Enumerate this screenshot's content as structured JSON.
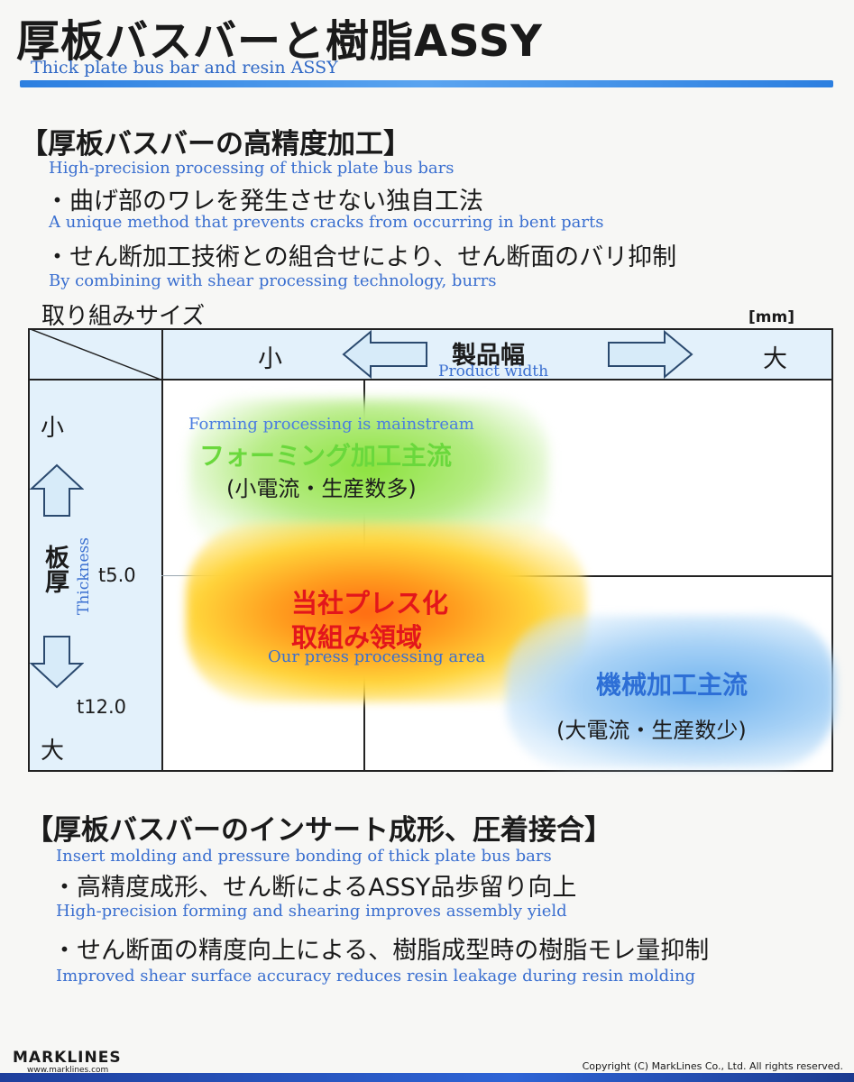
{
  "title": {
    "jp": "厚板バスバーと樹脂ASSY",
    "en": "Thick plate bus bar and resin ASSY"
  },
  "section1": {
    "heading": "【厚板バスバーの高精度加工】",
    "heading_en": "High-precision processing of thick plate bus bars",
    "bullets": [
      {
        "jp": "・曲げ部のワレを発生させない独自工法",
        "en": "A unique method that prevents cracks from occurring in bent parts"
      },
      {
        "jp": "・せん断加工技術との組合せにより、せん断面のバリ抑制",
        "en": "By combining with shear processing technology, burrs"
      }
    ],
    "size_label": "取り組みサイズ",
    "unit": "[mm]"
  },
  "diagram": {
    "header": {
      "small": "小",
      "title": "製品幅",
      "title_en": "Product width",
      "large": "大"
    },
    "side": {
      "small": "小",
      "title": "板厚",
      "title_en": "Thickness",
      "t1": "t5.0",
      "t2": "t12.0",
      "large": "大"
    },
    "forming": {
      "en": "Forming processing is mainstream",
      "title": "フォーミング加工主流",
      "sub": "(小電流・生産数多)"
    },
    "press": {
      "line1": "当社プレス化",
      "line2": "取組み領域",
      "en": "Our press processing area"
    },
    "machining": {
      "title": "機械加工主流",
      "sub": "(大電流・生産数少)"
    },
    "colors": {
      "forming": "#6ad83c",
      "press": "#e3161b",
      "machining": "#2d6fd6"
    }
  },
  "section2": {
    "heading": "【厚板バスバーのインサート成形、圧着接合】",
    "heading_en": "Insert molding and pressure bonding of thick plate bus bars",
    "bullets": [
      {
        "jp": "・高精度成形、せん断によるASSY品歩留り向上",
        "en": "High-precision forming and shearing improves assembly yield"
      },
      {
        "jp": "・せん断面の精度向上による、樹脂成型時の樹脂モレ量抑制",
        "en": "Improved shear surface accuracy reduces resin leakage during resin molding"
      }
    ]
  },
  "footer": {
    "logo": "MARKLINES",
    "url": "www.marklines.com",
    "copyright": "Copyright (C) MarkLines Co., Ltd. All rights reserved."
  }
}
